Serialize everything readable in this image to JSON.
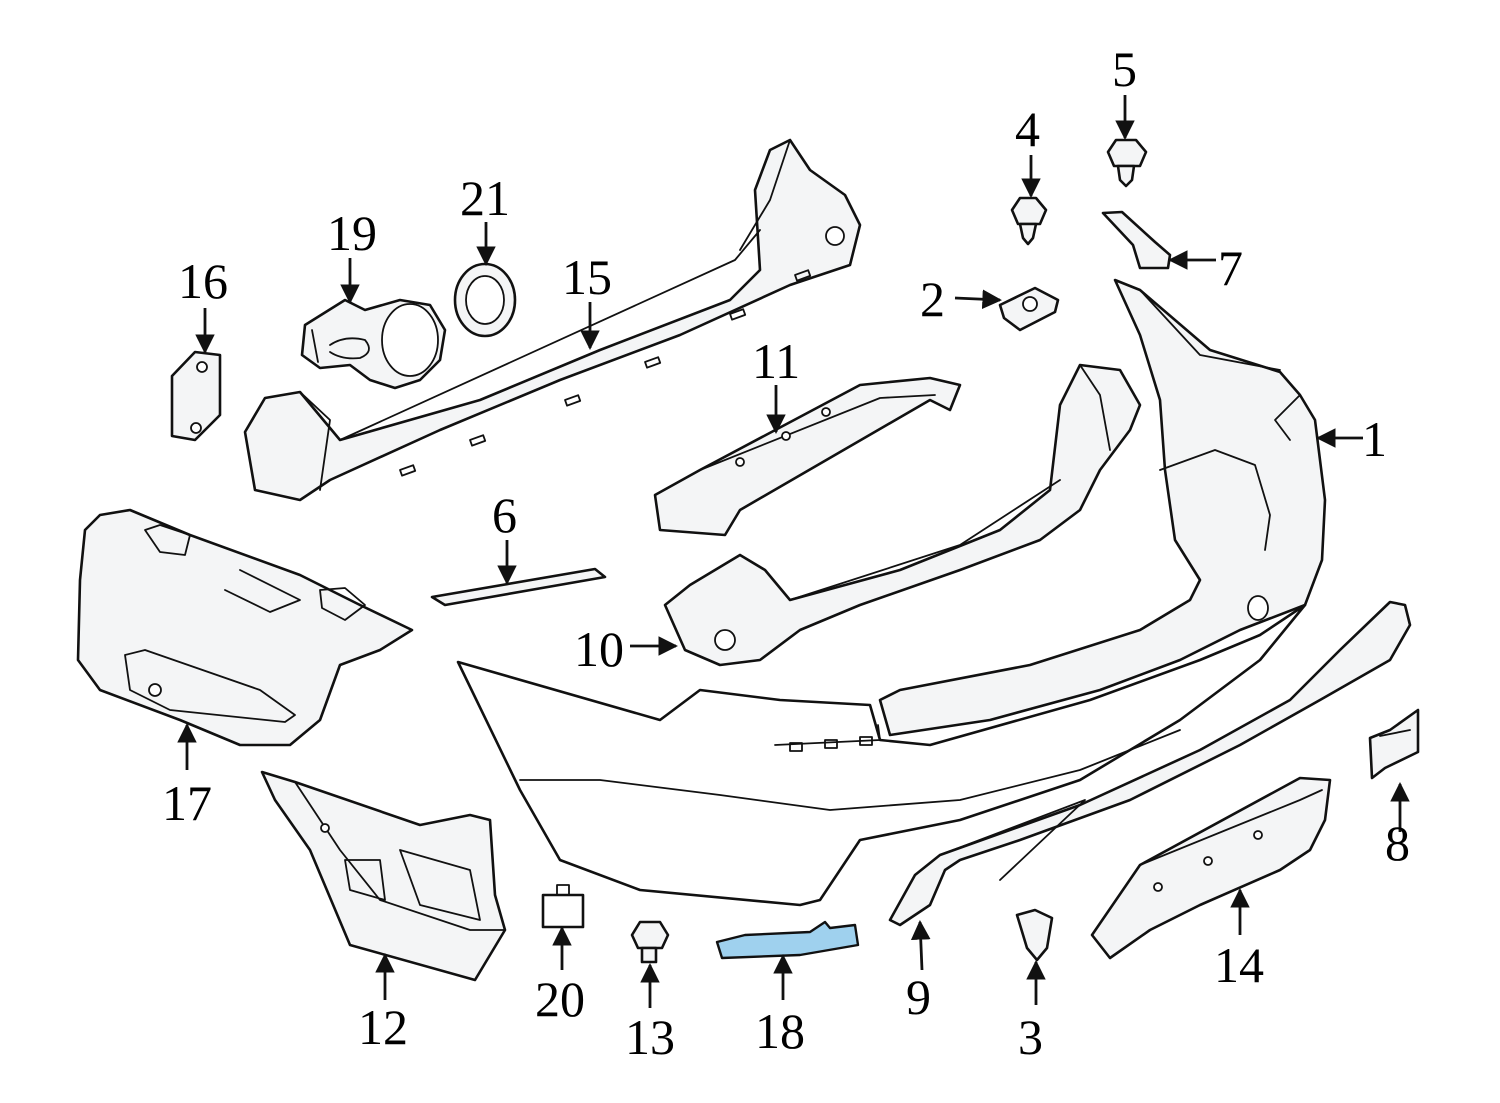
{
  "diagram": {
    "highlight_color": "#9fd1ee",
    "line_color": "#111111",
    "callouts": {
      "c1": "1",
      "c2": "2",
      "c3": "3",
      "c4": "4",
      "c5": "5",
      "c6": "6",
      "c7": "7",
      "c8": "8",
      "c9": "9",
      "c10": "10",
      "c11": "11",
      "c12": "12",
      "c13": "13",
      "c14": "14",
      "c15": "15",
      "c16": "16",
      "c17": "17",
      "c18": "18",
      "c19": "19",
      "c20": "20",
      "c21": "21"
    }
  }
}
